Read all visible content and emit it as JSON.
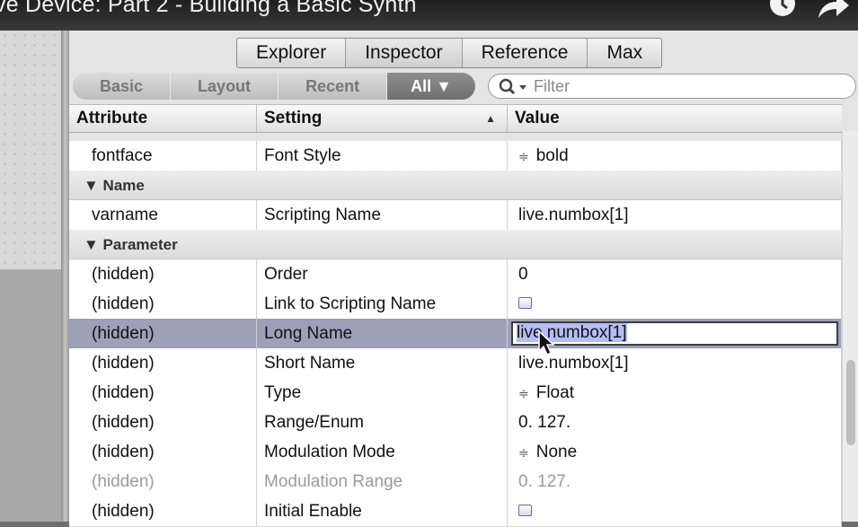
{
  "video": {
    "title": "ve Device: Part 2 - Building a Basic Synth",
    "icons": [
      "clock-icon",
      "share-arrow-icon"
    ]
  },
  "tabs": [
    {
      "label": "Explorer",
      "active": false
    },
    {
      "label": "Inspector",
      "active": true
    },
    {
      "label": "Reference",
      "active": false
    },
    {
      "label": "Max",
      "active": false
    }
  ],
  "filters": {
    "basic": "Basic",
    "layout": "Layout",
    "recent": "Recent",
    "all": "All ▼",
    "search_placeholder": "Filter"
  },
  "columns": {
    "attribute": "Attribute",
    "setting": "Setting",
    "value": "Value",
    "sort_indicator": "▲"
  },
  "rows": [
    {
      "attr": "fontface",
      "setting": "Font Style",
      "value": "bold",
      "stepper": "≑"
    },
    {
      "section": "▼ Name"
    },
    {
      "attr": "varname",
      "setting": "Scripting Name",
      "value": "live.numbox[1]"
    },
    {
      "section": "▼ Parameter"
    },
    {
      "attr": "(hidden)",
      "setting": "Order",
      "value": "0"
    },
    {
      "attr": "(hidden)",
      "setting": "Link to Scripting Name",
      "checkbox": true
    },
    {
      "attr": "(hidden)",
      "setting": "Long Name",
      "value": "live.numbox[1]",
      "selected": true,
      "editing": true
    },
    {
      "attr": "(hidden)",
      "setting": "Short Name",
      "value": "live.numbox[1]"
    },
    {
      "attr": "(hidden)",
      "setting": "Type",
      "value": "Float",
      "stepper": "≑"
    },
    {
      "attr": "(hidden)",
      "setting": "Range/Enum",
      "value": "0. 127."
    },
    {
      "attr": "(hidden)",
      "setting": "Modulation Mode",
      "value": "None",
      "stepper": "≑"
    },
    {
      "attr": "(hidden)",
      "setting": "Modulation Range",
      "value": "0. 127.",
      "dimmed": true
    },
    {
      "attr": "(hidden)",
      "setting": "Initial Enable",
      "checkbox": true
    }
  ],
  "colors": {
    "selected_row": "#9ca1b8",
    "text_highlight": "#b5bdf3"
  }
}
